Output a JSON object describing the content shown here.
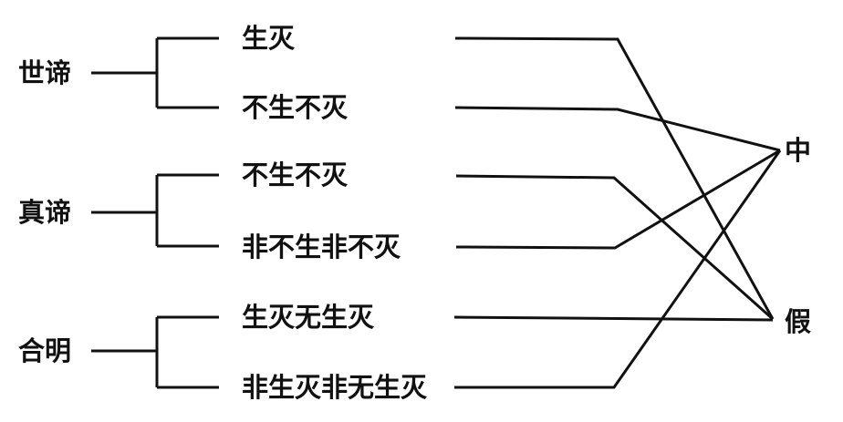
{
  "groups": [
    {
      "label": "世谛",
      "items": [
        "生灭",
        "不生不灭"
      ]
    },
    {
      "label": "真谛",
      "items": [
        "不生不灭",
        "非不生非不灭"
      ]
    },
    {
      "label": "合明",
      "items": [
        "生灭无生灭",
        "非生灭非无生灭"
      ]
    }
  ],
  "targets": {
    "middle": "中",
    "provisional": "假"
  },
  "connections": [
    "假",
    "中",
    "假",
    "中",
    "假",
    "中"
  ]
}
